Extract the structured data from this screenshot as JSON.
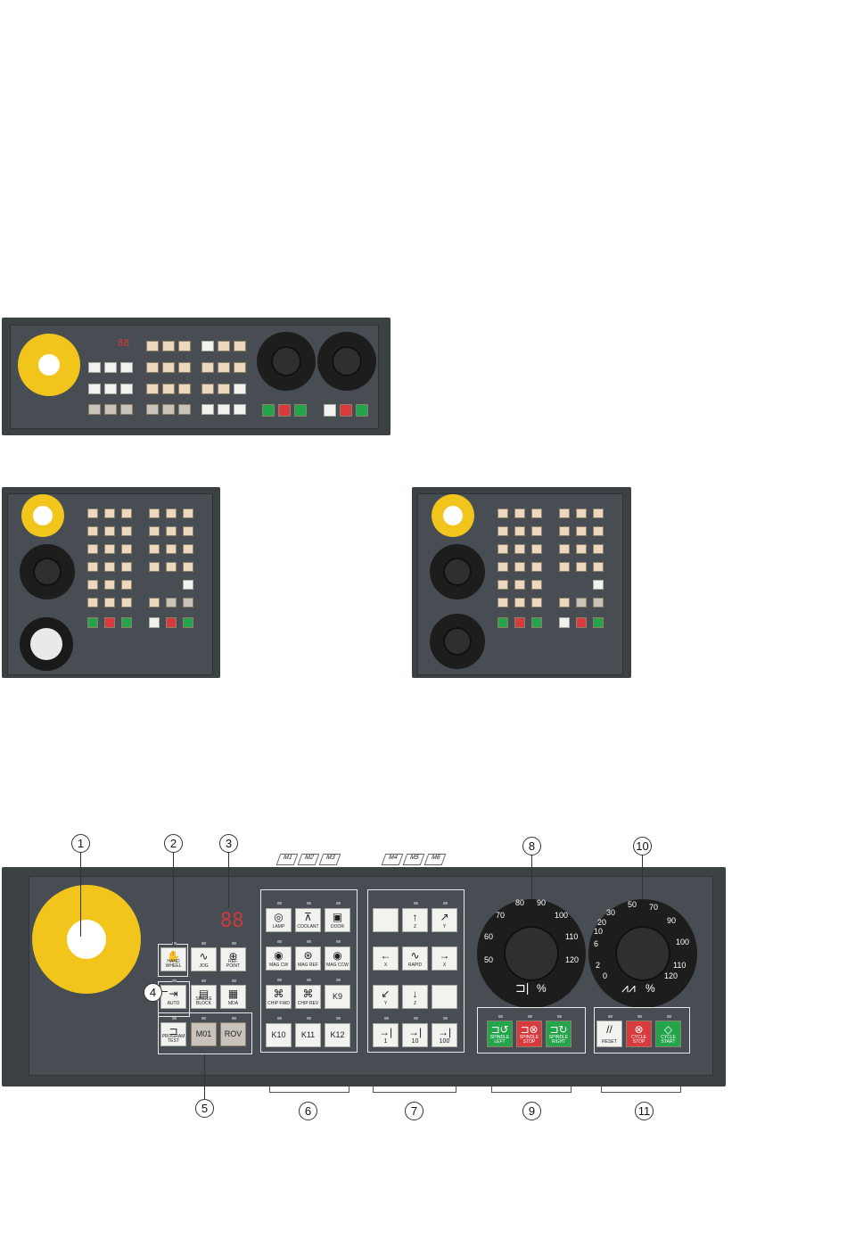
{
  "colors": {
    "panel": "#3c4144",
    "inner": "#474d52",
    "key_beige": "#ecd8bf",
    "key_white": "#f2f2ee",
    "green": "#25a54b",
    "red": "#d73b3d",
    "yellow": "#f2c51c"
  },
  "top_panel": {
    "display": "88"
  },
  "callouts": [
    "1",
    "2",
    "3",
    "4",
    "5",
    "6",
    "7",
    "8",
    "9",
    "10",
    "11"
  ],
  "tabs": [
    "M1",
    "M2",
    "M3",
    "M4",
    "M5",
    "M6"
  ],
  "detail": {
    "display": "88",
    "mode_keys": [
      {
        "label": "HAND WHEEL",
        "glyph": "✋"
      },
      {
        "label": "JOG",
        "glyph": "∿"
      },
      {
        "label": "REF. POINT",
        "glyph": "⊕"
      },
      {
        "label": "AUTO",
        "glyph": "⇥"
      },
      {
        "label": "SINGLE BLOCK",
        "glyph": "▤"
      },
      {
        "label": "MDA",
        "glyph": "▦"
      }
    ],
    "program_keys": [
      {
        "label": "PROGRAM TEST",
        "glyph": "⊐"
      },
      {
        "label": "M01",
        "glyph": ""
      },
      {
        "label": "ROV",
        "glyph": ""
      }
    ],
    "custom_keys": [
      {
        "label": "LAMP",
        "glyph": "◎"
      },
      {
        "label": "COOLANT",
        "glyph": "⊼"
      },
      {
        "label": "DOOR",
        "glyph": "▣"
      },
      {
        "label": "MAG CW",
        "glyph": "◉"
      },
      {
        "label": "MAG REF",
        "glyph": "⊛"
      },
      {
        "label": "MAG CCW",
        "glyph": "◉"
      },
      {
        "label": "CHIP FWD",
        "glyph": "⌘"
      },
      {
        "label": "CHIP REV",
        "glyph": "⌘"
      },
      {
        "label": "K9",
        "glyph": ""
      },
      {
        "label": "K10",
        "glyph": ""
      },
      {
        "label": "K11",
        "glyph": ""
      },
      {
        "label": "K12",
        "glyph": ""
      }
    ],
    "axis_keys": [
      {
        "label": "",
        "glyph": ""
      },
      {
        "label": "Z",
        "glyph": "↑"
      },
      {
        "label": "Y",
        "glyph": "↗"
      },
      {
        "label": "X",
        "glyph": "←"
      },
      {
        "label": "RAPID",
        "glyph": "∿"
      },
      {
        "label": "X",
        "glyph": "→"
      },
      {
        "label": "Y",
        "glyph": "↙"
      },
      {
        "label": "Z",
        "glyph": "↓"
      },
      {
        "label": "",
        "glyph": ""
      },
      {
        "label": "1",
        "glyph": "→|"
      },
      {
        "label": "10",
        "glyph": "→|"
      },
      {
        "label": "100",
        "glyph": "→|"
      }
    ],
    "spindle_keys": [
      {
        "label": "SPINDLE LEFT",
        "glyph": "⊐↺"
      },
      {
        "label": "SPINDLE STOP",
        "glyph": "⊐⊗"
      },
      {
        "label": "SPINDLE RIGHT",
        "glyph": "⊐↻"
      }
    ],
    "cycle_keys": [
      {
        "label": "RESET",
        "glyph": "//"
      },
      {
        "label": "CYCLE STOP",
        "glyph": "⊗"
      },
      {
        "label": "CYCLE START",
        "glyph": "◇"
      }
    ],
    "spindle_dial": {
      "scale": [
        "50",
        "60",
        "70",
        "80",
        "90",
        "100",
        "110",
        "120"
      ],
      "unit": "%",
      "symbol": "⊐|"
    },
    "feed_dial": {
      "scale": [
        "0",
        "2",
        "6",
        "10",
        "20",
        "30",
        "50",
        "70",
        "90",
        "100",
        "110",
        "120"
      ],
      "unit": "%",
      "symbol": "⩘⩘"
    }
  }
}
